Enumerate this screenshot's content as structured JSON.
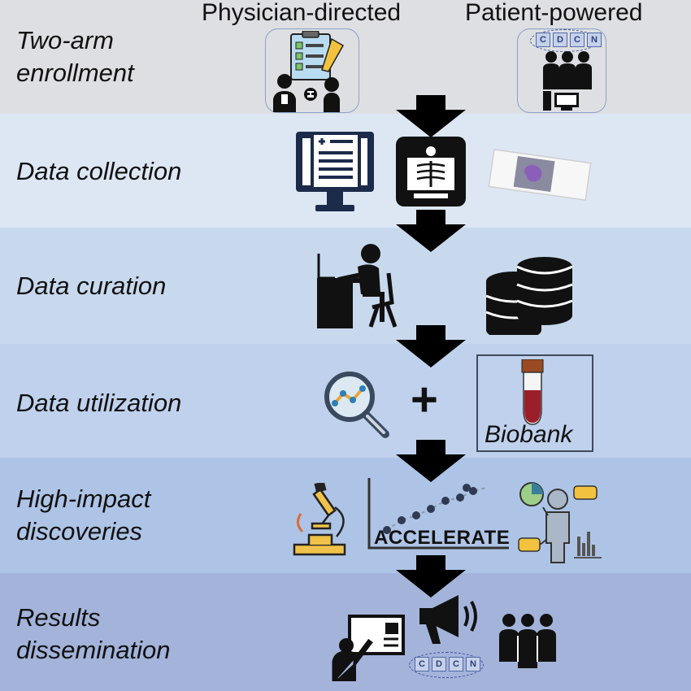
{
  "arms": {
    "left": "Physician-directed",
    "right": "Patient-powered"
  },
  "stages": [
    {
      "lines": [
        "Two-arm",
        "enrollment"
      ]
    },
    {
      "lines": [
        "Data collection"
      ]
    },
    {
      "lines": [
        "Data curation"
      ]
    },
    {
      "lines": [
        "Data utilization"
      ]
    },
    {
      "lines": [
        "High-impact",
        "discoveries"
      ]
    },
    {
      "lines": [
        "Results",
        "dissemination"
      ]
    }
  ],
  "band_colors": [
    "#dedfe3",
    "#dde7f4",
    "#c8d9ee",
    "#bfd1ec",
    "#aec4e6",
    "#a3b3da"
  ],
  "biobank_label": "Biobank",
  "accelerate_label": "ACCELERATE",
  "plus_symbol": "+",
  "cdcn_letters": [
    "C",
    "D",
    "C",
    "N"
  ]
}
